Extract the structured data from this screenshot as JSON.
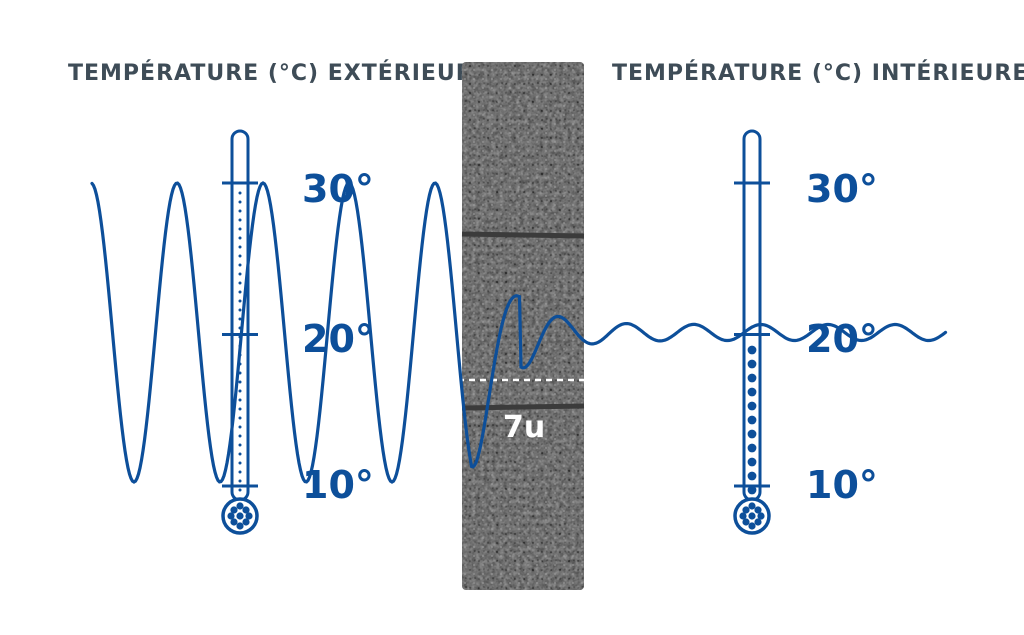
{
  "headings": {
    "outside": "TEMPÉRATURE (°C) EXTÉRIEURE",
    "inside": "TEMPÉRATURE (°C) INTÉRIEURE"
  },
  "scale_labels": [
    "30°",
    "20°",
    "10°"
  ],
  "scale_values": [
    30,
    20,
    10
  ],
  "outside_level": 30,
  "inside_level": 20,
  "wall_thickness_label": "7u",
  "colors": {
    "wave": "#0d4f9a",
    "heading": "#3e4c57",
    "label": "#0d4f9a",
    "wall": "#575757",
    "wall_dark": "#3b3b3b"
  }
}
